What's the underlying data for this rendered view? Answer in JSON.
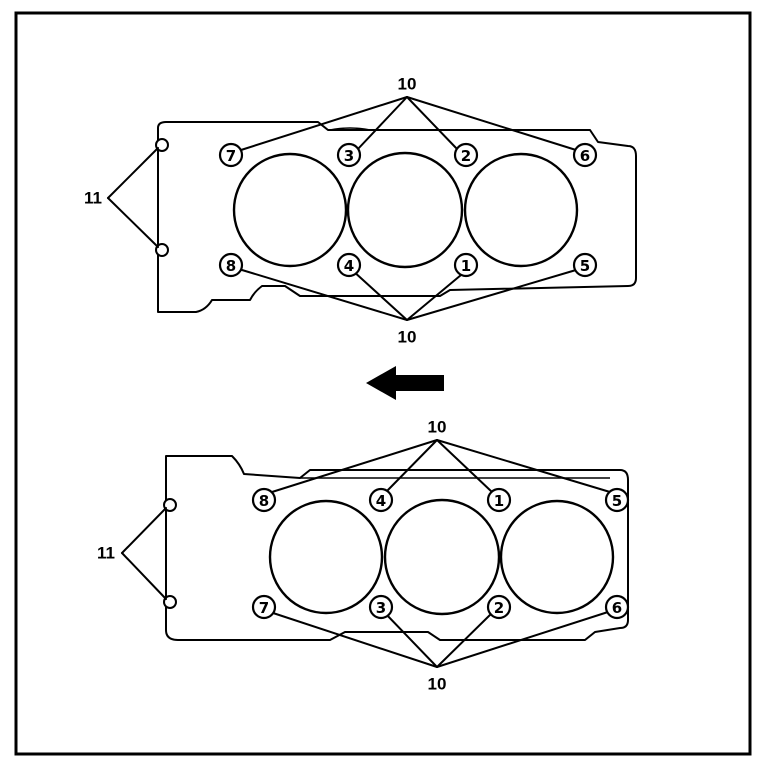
{
  "diagram": {
    "upper_head": {
      "bolt_numbers": [
        "7",
        "3",
        "2",
        "6",
        "8",
        "4",
        "1",
        "5"
      ],
      "top_callout": "10",
      "bottom_callout": "10",
      "dowel_callout": "11"
    },
    "lower_head": {
      "bolt_numbers": [
        "8",
        "4",
        "1",
        "5",
        "7",
        "3",
        "2",
        "6"
      ],
      "top_callout": "10",
      "bottom_callout": "10",
      "dowel_callout": "11"
    },
    "direction_arrow": "arrow-left-icon"
  }
}
